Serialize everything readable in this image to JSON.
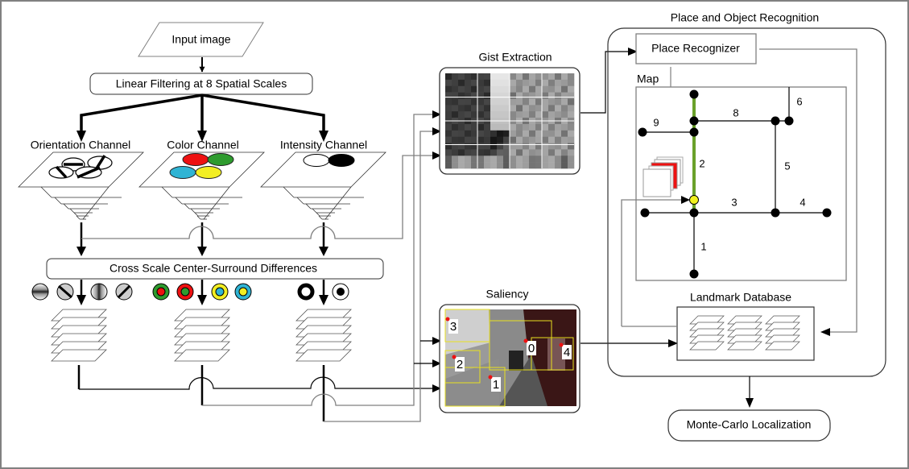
{
  "nodes": {
    "input_image": "Input image",
    "linear_filtering": "Linear Filtering at 8 Spatial Scales",
    "orientation_channel": "Orientation Channel",
    "color_channel": "Color Channel",
    "intensity_channel": "Intensity Channel",
    "center_surround": "Cross Scale Center-Surround Differences",
    "gist_extraction": "Gist Extraction",
    "saliency": "Saliency",
    "place_object_recognition": "Place and Object Recognition",
    "place_recognizer": "Place Recognizer",
    "map": "Map",
    "landmark_database": "Landmark Database",
    "monte_carlo": "Monte-Carlo Localization"
  },
  "map_edges": [
    "1",
    "2",
    "3",
    "4",
    "5",
    "6",
    "8",
    "9"
  ],
  "saliency_regions": [
    "3",
    "0",
    "2",
    "4",
    "1"
  ],
  "colors": {
    "color_red": "#ee1111",
    "color_green": "#2e9b2e",
    "color_cyan": "#2fb4d4",
    "color_yellow": "#f2ee22",
    "map_path_green": "#6aa12a",
    "current_position": "#f2f21e",
    "saliency_box": "#e8e020",
    "line_gray": "#808080"
  }
}
